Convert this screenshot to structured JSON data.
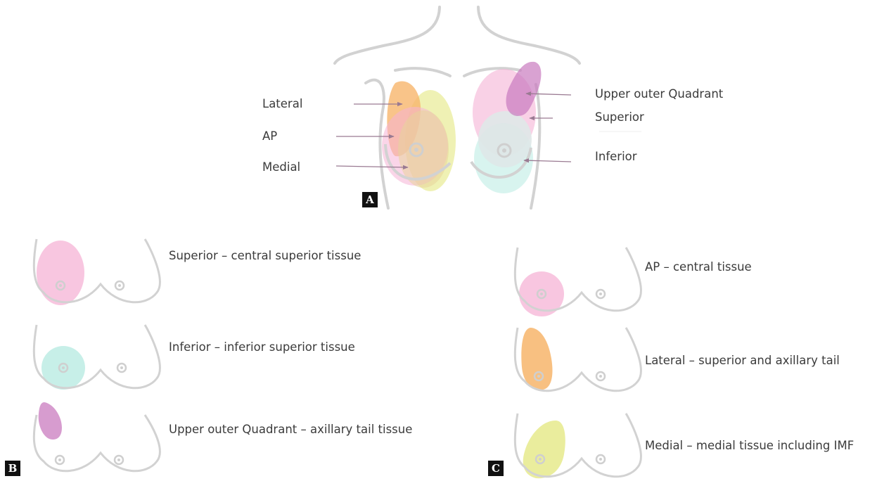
{
  "panel_a": {
    "badge": "A",
    "labels": {
      "lateral": "Lateral",
      "ap": "AP",
      "medial": "Medial",
      "upper_outer_quadrant": "Upper outer Quadrant",
      "superior": "Superior",
      "inferior": "Inferior"
    }
  },
  "panel_b": {
    "badge": "B",
    "items": [
      {
        "caption": "Superior – central superior tissue"
      },
      {
        "caption": "Inferior – inferior superior tissue"
      },
      {
        "caption": "Upper outer Quadrant – axillary tail tissue"
      }
    ]
  },
  "panel_c": {
    "badge": "C",
    "items": [
      {
        "caption": "AP – central tissue"
      },
      {
        "caption": "Lateral – superior and axillary tail"
      },
      {
        "caption": "Medial – medial tissue including IMF"
      }
    ]
  },
  "colors": {
    "outline": "#d2d2d2",
    "lateral": "#f7b56b",
    "ap": "#f5b3d6",
    "medial": "#e6ea8c",
    "upper_outer": "#c97bbf",
    "superior": "#f5b3d6",
    "inferior": "#a9e6dc",
    "arrow": "#9a7a92"
  }
}
